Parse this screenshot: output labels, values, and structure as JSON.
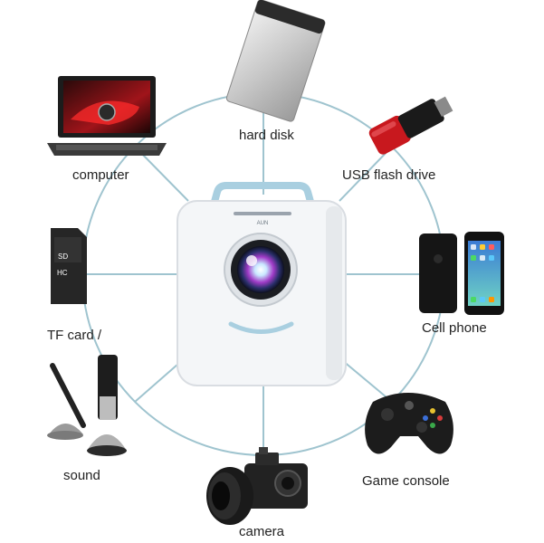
{
  "colors": {
    "connector": "#9fc4cf",
    "projector_body": "#f4f6f8",
    "projector_accent": "#a9cfe0",
    "label_text": "#222222"
  },
  "center": {
    "name": "mini projector",
    "brand_text": "AUN"
  },
  "devices": [
    {
      "id": "hard-disk",
      "label": "hard disk",
      "icon": "hard-disk-icon"
    },
    {
      "id": "usb",
      "label": "USB flash drive",
      "icon": "usb-flash-drive-icon"
    },
    {
      "id": "cell-phone",
      "label": "Cell phone",
      "icon": "cell-phone-icon"
    },
    {
      "id": "game-console",
      "label": "Game console",
      "icon": "gamepad-icon"
    },
    {
      "id": "camera",
      "label": "camera",
      "icon": "camera-icon"
    },
    {
      "id": "sound",
      "label": "sound",
      "icon": "speaker-icon"
    },
    {
      "id": "tf-card",
      "label": "TF card /",
      "icon": "sd-card-icon"
    },
    {
      "id": "computer",
      "label": "computer",
      "icon": "laptop-icon"
    }
  ]
}
